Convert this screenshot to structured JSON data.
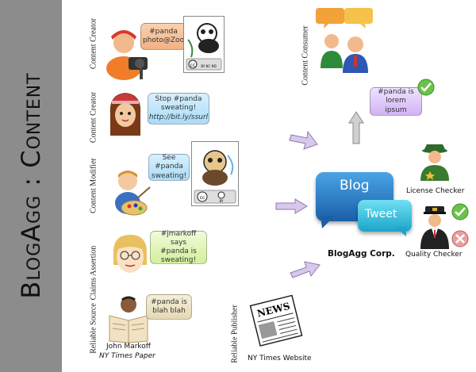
{
  "title": "BlogAgg : Content",
  "roles": {
    "creator_1": "Content Creator",
    "creator_2": "Content Creator",
    "modifier": "Content Modifier",
    "claims": "Claims Assertion",
    "source": "Reliable Source",
    "publisher": "Reliable Publisher",
    "consumer": "Content Consumer"
  },
  "bubbles": {
    "creator_1": [
      "#panda",
      "photo@Zoo"
    ],
    "creator_2": [
      "Stop #panda",
      "sweating!",
      "http://bit.ly/ssurl"
    ],
    "modifier": [
      "See #panda",
      "sweating!"
    ],
    "claims": [
      "#jmarkoff says",
      "#panda is",
      "sweating!"
    ],
    "source": [
      "#panda is",
      "blah blah"
    ],
    "consumer": [
      "#panda is",
      "lorem ipsum"
    ]
  },
  "people": {
    "source_name": "John Markoff",
    "source_org": "NY Times Paper",
    "publisher_name": "NY Times Website"
  },
  "aggregator": {
    "blog": "Blog",
    "tweet": "Tweet",
    "corp": "BlogAgg Corp.",
    "license_checker": "License Checker",
    "quality_checker": "Quality Checker"
  },
  "newspaper_label": "NEWS",
  "cc_badge": "cc",
  "cc_sub_1": "BY  NC  ND",
  "cc_sub_2": "BY",
  "colors": {
    "sidebar": "#8c8c8c",
    "arrow_fill": "#d9c7ef",
    "arrow_up_fill": "#d0d0d0",
    "blog_blue": "#1a5fa8",
    "tweet_cyan": "#1ba5c9",
    "check_green": "#6cc24a",
    "cross_red": "#e06060"
  }
}
